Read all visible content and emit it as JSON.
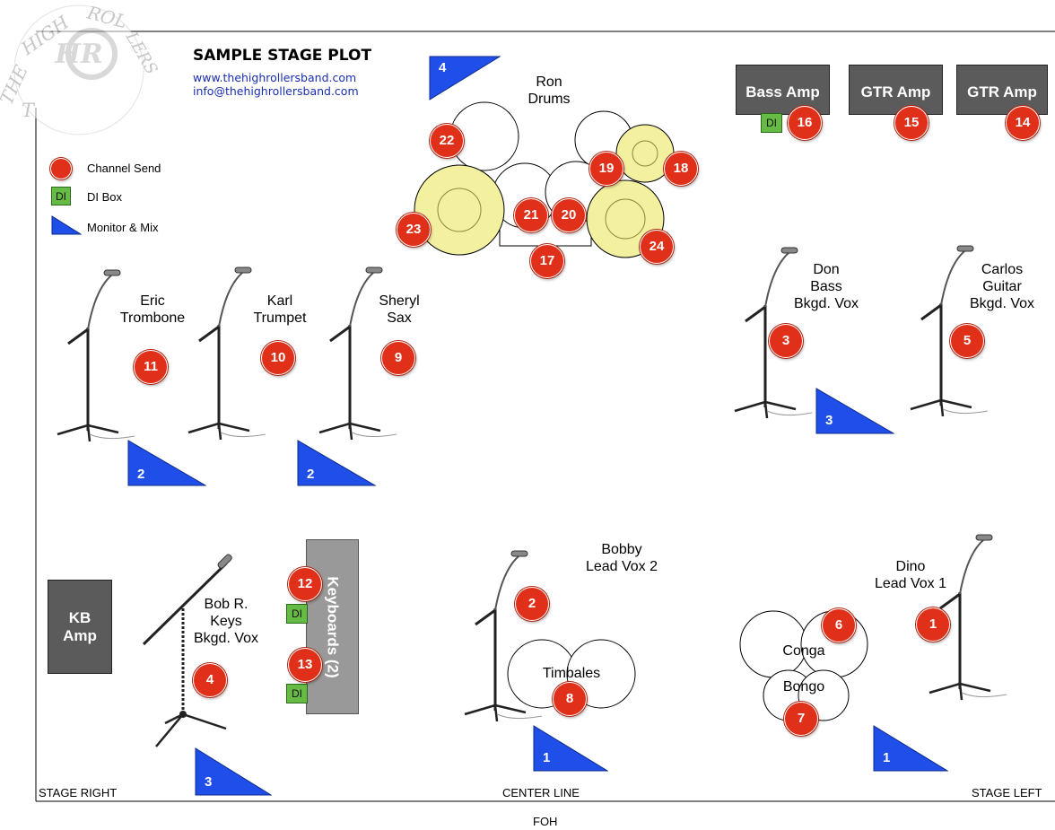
{
  "logo": {
    "text": "THE HIGH ROLLERS",
    "initials": "HR"
  },
  "header": {
    "title": "SAMPLE STAGE PLOT",
    "website": "www.thehighrollersband.com",
    "email": "info@thehighrollersband.com"
  },
  "legend": {
    "channel_send": "Channel Send",
    "di_box": "DI Box",
    "monitor_mix": "Monitor & Mix",
    "di_sample": "DI"
  },
  "colors": {
    "channel": "#e0301a",
    "monitor": "#1f4fe8",
    "di": "#66bb44",
    "amp": "#5b5b5b",
    "cymbal": "#f3f0a0",
    "keyboards": "#999999"
  },
  "footer": {
    "stage_right": "STAGE RIGHT",
    "center_line": "CENTER LINE",
    "stage_left": "STAGE LEFT",
    "foh": "FOH"
  },
  "drums": {
    "name": "Ron",
    "instrument": "Drums"
  },
  "amps": {
    "bass": "Bass Amp",
    "gtr1": "GTR Amp",
    "gtr2": "GTR Amp",
    "kb_line1": "KB",
    "kb_line2": "Amp"
  },
  "keyboards": {
    "label": "Keyboards (2)"
  },
  "performers": {
    "eric": {
      "name": "Eric",
      "role": "Trombone"
    },
    "karl": {
      "name": "Karl",
      "role": "Trumpet"
    },
    "sheryl": {
      "name": "Sheryl",
      "role": "Sax"
    },
    "don": {
      "name": "Don",
      "role": "Bass",
      "extra": "Bkgd. Vox"
    },
    "carlos": {
      "name": "Carlos",
      "role": "Guitar",
      "extra": "Bkgd. Vox"
    },
    "bob": {
      "name": "Bob R.",
      "role": "Keys",
      "extra": "Bkgd. Vox"
    },
    "bobby": {
      "name": "Bobby",
      "role": "Lead Vox 2"
    },
    "dino": {
      "name": "Dino",
      "role": "Lead Vox 1"
    }
  },
  "percussion": {
    "timbales": "Timbales",
    "conga": "Conga",
    "bongo": "Bongo"
  },
  "channels": {
    "c1": "1",
    "c2": "2",
    "c3": "3",
    "c4": "4",
    "c5": "5",
    "c6": "6",
    "c7": "7",
    "c8": "8",
    "c9": "9",
    "c10": "10",
    "c11": "11",
    "c12": "12",
    "c13": "13",
    "c14": "14",
    "c15": "15",
    "c16": "16",
    "c17": "17",
    "c18": "18",
    "c19": "19",
    "c20": "20",
    "c21": "21",
    "c22": "22",
    "c23": "23",
    "c24": "24"
  },
  "monitors": {
    "drums": "4",
    "eric": "2",
    "sheryl": "2",
    "don": "3",
    "bob": "3",
    "bobby": "1",
    "dino": "1"
  },
  "di_labels": {
    "bass": "DI",
    "kb1": "DI",
    "kb2": "DI"
  }
}
